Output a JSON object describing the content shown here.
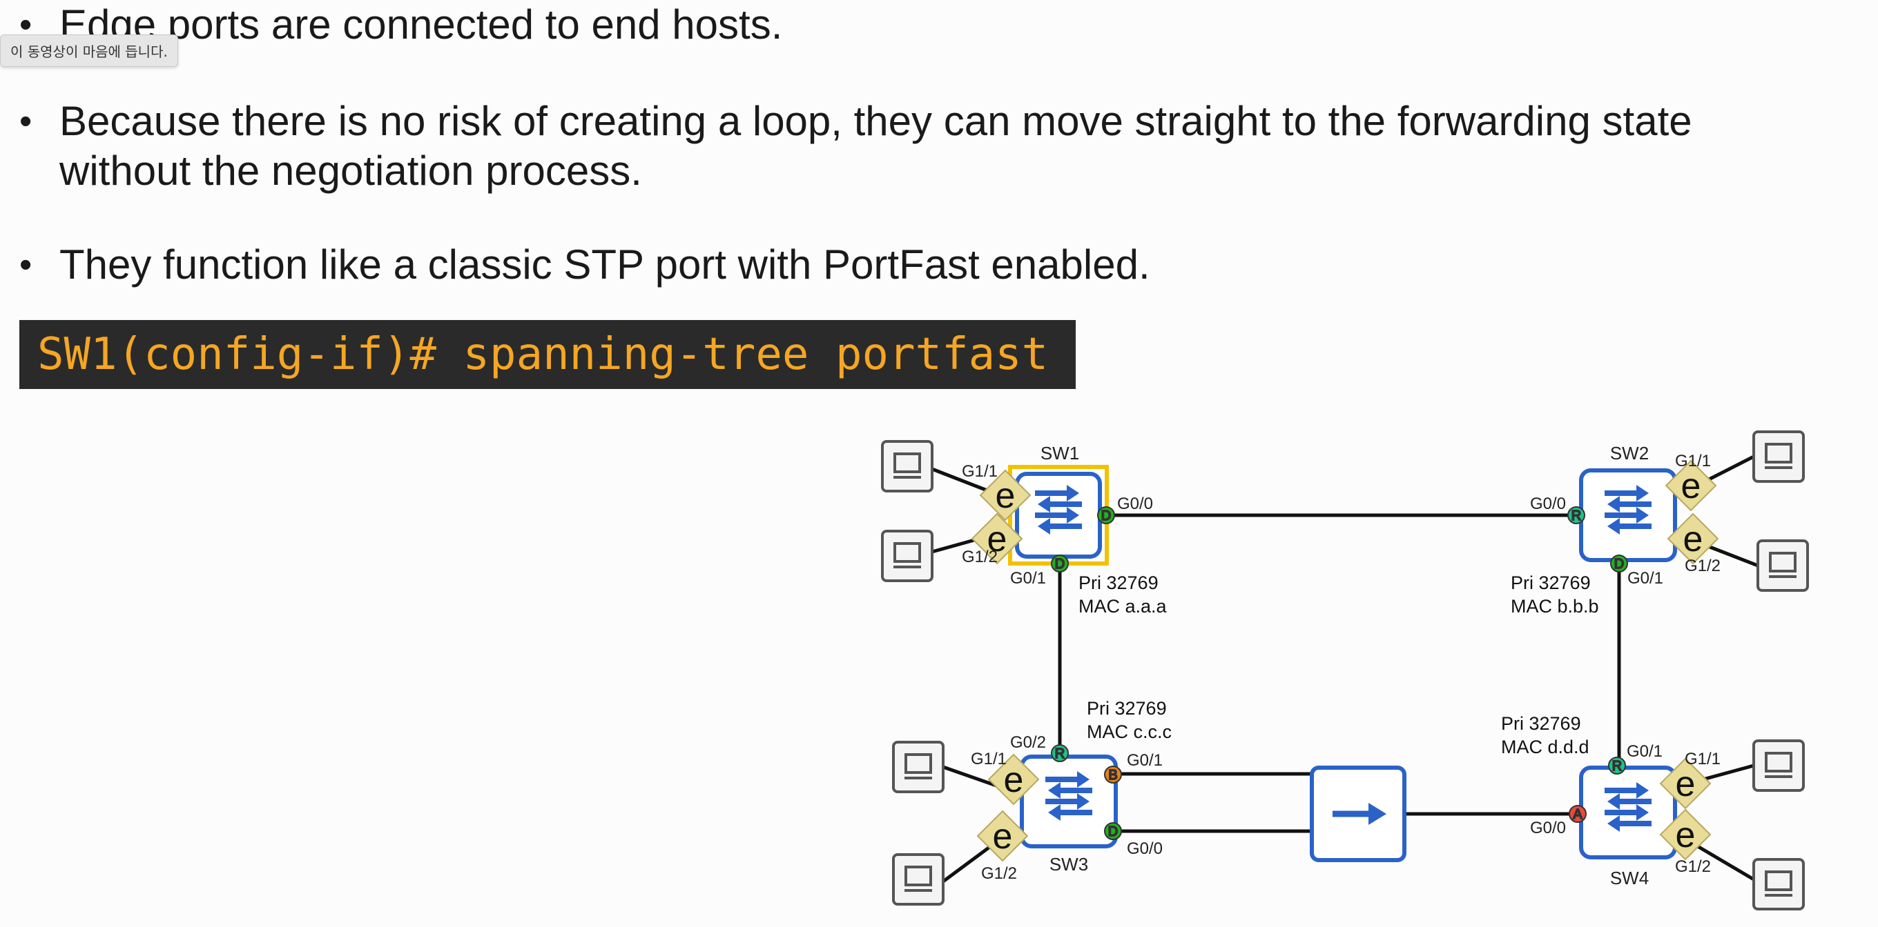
{
  "tooltip": "이 동영상이 마음에 듭니다.",
  "bullets": [
    "Edge ports are connected to end hosts.",
    "Because there is no risk of creating a loop, they can move straight to the forwarding state",
    "without the negotiation process.",
    "They function like a classic STP port with PortFast enabled."
  ],
  "bullet_char": "•",
  "command": "SW1(config-if)# spanning-tree portfast",
  "colors": {
    "command_text": "#f5a623",
    "command_bg": "#2a2a2a",
    "switch_blue": "#2a62c9",
    "root_highlight": "#f2c200",
    "designated_port": "#22b022",
    "root_port": "#1fc28a",
    "blocking_port": "#e8801a",
    "alternate_port": "#e84a3a",
    "edge_diamond": "#e8dc98"
  },
  "diagram": {
    "switches": {
      "sw1": {
        "name": "SW1",
        "pri": "Pri 32769",
        "mac": "MAC a.a.a"
      },
      "sw2": {
        "name": "SW2",
        "pri": "Pri 32769",
        "mac": "MAC b.b.b"
      },
      "sw3": {
        "name": "SW3",
        "pri": "Pri 32769",
        "mac": "MAC c.c.c"
      },
      "sw4": {
        "name": "SW4",
        "pri": "Pri 32769",
        "mac": "MAC d.d.d"
      }
    },
    "ports": {
      "sw1_g11": "G1/1",
      "sw1_g12": "G1/2",
      "sw1_g00": "G0/0",
      "sw1_g01": "G0/1",
      "sw2_g00": "G0/0",
      "sw2_g11": "G1/1",
      "sw2_g12": "G1/2",
      "sw2_g01": "G0/1",
      "sw3_g02": "G0/2",
      "sw3_g11": "G1/1",
      "sw3_g01": "G0/1",
      "sw3_g00": "G0/0",
      "sw3_g12": "G1/2",
      "sw4_g01": "G0/1",
      "sw4_g11": "G1/1",
      "sw4_g00": "G0/0",
      "sw4_g12": "G1/2"
    },
    "port_roles": {
      "designated": "D",
      "root": "R",
      "blocking": "B",
      "alternate": "A"
    },
    "edge_label": "e",
    "hub_icon": "arrow-right-icon",
    "host_icon": "pc-icon",
    "switch_icon": "switch-arrows-icon"
  }
}
